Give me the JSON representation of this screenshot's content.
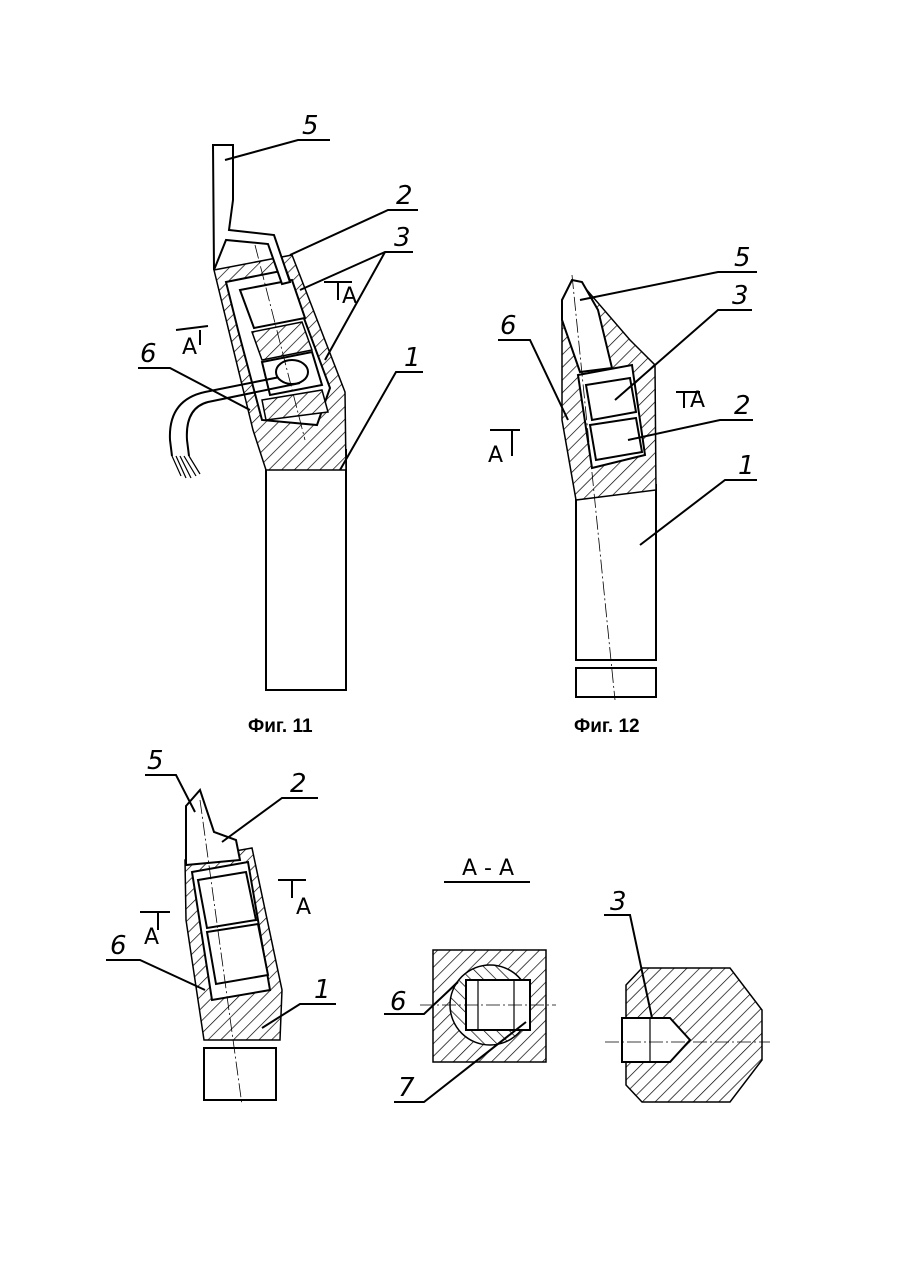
{
  "figures": [
    {
      "caption": "Фиг. 11",
      "labels": [
        "5",
        "2",
        "3",
        "A",
        "A",
        "6",
        "1"
      ]
    },
    {
      "caption": "Фиг. 12",
      "labels": [
        "5",
        "3",
        "6",
        "A",
        "2",
        "A",
        "1"
      ]
    },
    {
      "caption": "",
      "labels": [
        "5",
        "2",
        "A",
        "A",
        "6",
        "1"
      ]
    }
  ],
  "section": {
    "title": "A - A",
    "labels": [
      "6",
      "7",
      "3"
    ]
  }
}
